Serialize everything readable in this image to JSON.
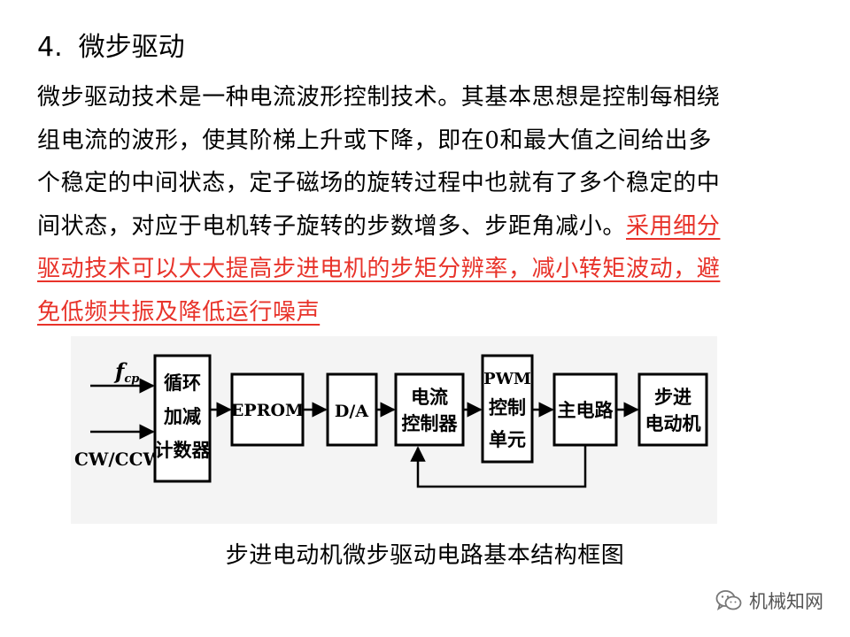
{
  "heading": {
    "number": "4.",
    "title": "微步驱动"
  },
  "paragraph": {
    "lines": [
      {
        "plain": "微步驱动技术是一种电流波形控制技术。其基本思想是控制每相绕",
        "red": ""
      },
      {
        "plain": "组电流的波形，使其阶梯上升或下降，即在0和最大值之间给出多",
        "red": ""
      },
      {
        "plain": "个稳定的中间状态，定子磁场的旋转过程中也就有了多个稳定的中",
        "red": ""
      },
      {
        "plain": "间状态，对应于电机转子旋转的步数增多、步距角减小。",
        "red": "采用细分"
      },
      {
        "plain": "",
        "red": "驱动技术可以大大提高步进电机的步矩分辨率，减小转矩波动，避"
      },
      {
        "plain": "",
        "red": "免低频共振及降低运行噪声"
      }
    ]
  },
  "diagram": {
    "input_freq": "f",
    "input_freq_sub": "cp",
    "input_dir": "CW/CCW",
    "blocks": [
      {
        "id": "counter",
        "lines": [
          "循环",
          "加减",
          "计数器"
        ]
      },
      {
        "id": "eprom",
        "lines": [
          "EPROM"
        ]
      },
      {
        "id": "da",
        "lines": [
          "D/A"
        ]
      },
      {
        "id": "current-ctrl",
        "lines": [
          "电流",
          "控制器"
        ]
      },
      {
        "id": "pwm",
        "lines": [
          "PWM",
          "控制",
          "单元"
        ]
      },
      {
        "id": "main-circuit",
        "lines": [
          "主电路"
        ]
      },
      {
        "id": "motor",
        "lines": [
          "步进",
          "电动机"
        ]
      }
    ]
  },
  "caption": "步进电动机微步驱动电路基本结构框图",
  "watermark": {
    "icon": "wechat-icon",
    "text": "机械知网"
  },
  "colors": {
    "highlight_red": "#e8332a",
    "diagram_bg": "#f4f4f4"
  }
}
